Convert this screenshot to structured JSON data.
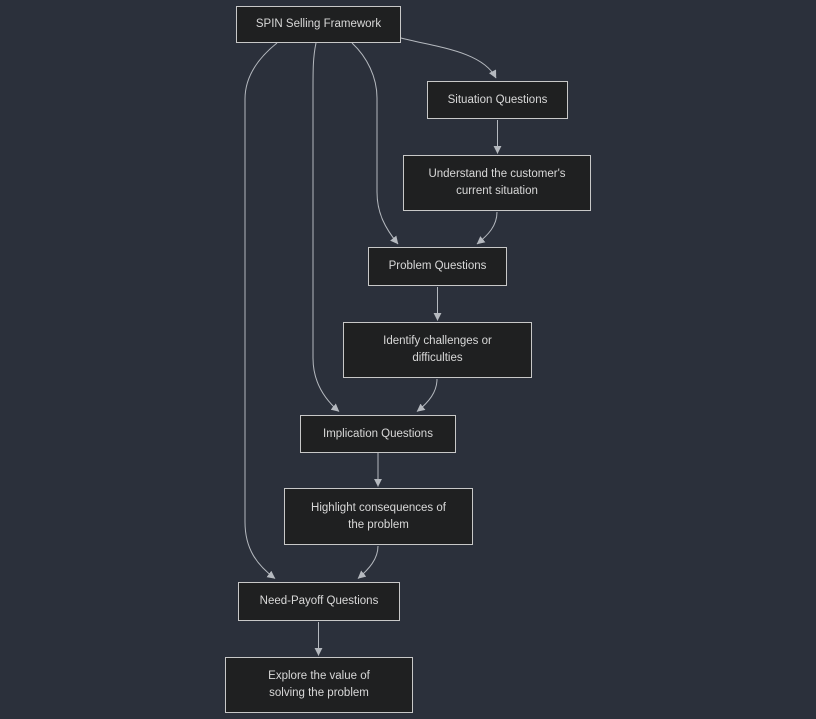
{
  "page": {
    "kind": "flowchart-diagram",
    "title": "SPIN Selling Framework"
  },
  "colors": {
    "background": "#2b303b",
    "node_fill": "#1f2021",
    "node_border": "#c8c8c8",
    "node_text": "#d8d8d8",
    "edge_stroke": "#b5b9bf"
  },
  "nodes": [
    {
      "id": "spin",
      "label": "SPIN Selling Framework",
      "lines": [
        "SPIN Selling Framework"
      ]
    },
    {
      "id": "situation",
      "label": "Situation Questions",
      "lines": [
        "Situation Questions"
      ]
    },
    {
      "id": "understand",
      "label": "Understand the customer's current situation",
      "lines": [
        "Understand the customer's",
        "current situation"
      ]
    },
    {
      "id": "problem",
      "label": "Problem Questions",
      "lines": [
        "Problem Questions"
      ]
    },
    {
      "id": "identify",
      "label": "Identify challenges or difficulties",
      "lines": [
        "Identify challenges or",
        "difficulties"
      ]
    },
    {
      "id": "implication",
      "label": "Implication Questions",
      "lines": [
        "Implication Questions"
      ]
    },
    {
      "id": "highlight",
      "label": "Highlight consequences of the problem",
      "lines": [
        "Highlight consequences of",
        "the problem"
      ]
    },
    {
      "id": "need_payoff",
      "label": "Need-Payoff Questions",
      "lines": [
        "Need-Payoff Questions"
      ]
    },
    {
      "id": "explore",
      "label": "Explore the value of solving the problem",
      "lines": [
        "Explore the value of",
        "solving the problem"
      ]
    }
  ],
  "edges": [
    {
      "from": "SPIN Selling Framework",
      "to": "Situation Questions"
    },
    {
      "from": "Situation Questions",
      "to": "Understand the customer's current situation"
    },
    {
      "from": "Understand the customer's current situation",
      "to": "Problem Questions"
    },
    {
      "from": "SPIN Selling Framework",
      "to": "Problem Questions"
    },
    {
      "from": "Problem Questions",
      "to": "Identify challenges or difficulties"
    },
    {
      "from": "Identify challenges or difficulties",
      "to": "Implication Questions"
    },
    {
      "from": "SPIN Selling Framework",
      "to": "Implication Questions"
    },
    {
      "from": "Implication Questions",
      "to": "Highlight consequences of the problem"
    },
    {
      "from": "Highlight consequences of the problem",
      "to": "Need-Payoff Questions"
    },
    {
      "from": "SPIN Selling Framework",
      "to": "Need-Payoff Questions"
    },
    {
      "from": "Need-Payoff Questions",
      "to": "Explore the value of solving the problem"
    }
  ]
}
